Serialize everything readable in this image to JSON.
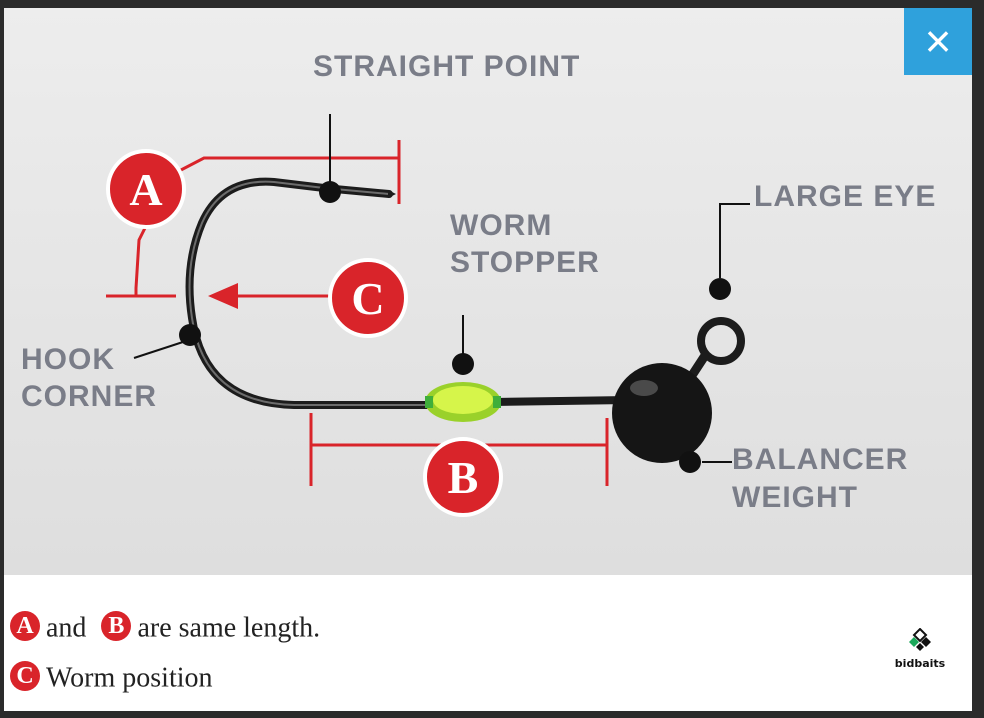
{
  "close_button": {
    "glyph": "×",
    "icon": "close-icon"
  },
  "labels": {
    "straight_point": "STRAIGHT POINT",
    "worm_stopper_1": "WORM",
    "worm_stopper_2": "STOPPER",
    "large_eye": "LARGE EYE",
    "hook_corner_1": "HOOK",
    "hook_corner_2": "CORNER",
    "balancer_1": "BALANCER",
    "balancer_2": "WEIGHT"
  },
  "markers": {
    "a": "A",
    "b": "B",
    "c": "C"
  },
  "legend": {
    "line1": {
      "badge1": "A",
      "and": "and",
      "badge2": "B",
      "text": "are same length."
    },
    "line2": {
      "badge": "C",
      "text": "Worm position"
    }
  },
  "brand": {
    "name": "bidbaits",
    "icon": "diamond-logo-icon"
  },
  "colors": {
    "label_gray": "#7a7d88",
    "marker_red": "#d9242a",
    "close_blue": "#2fa1dc",
    "stopper_green": "#b8f23a"
  }
}
